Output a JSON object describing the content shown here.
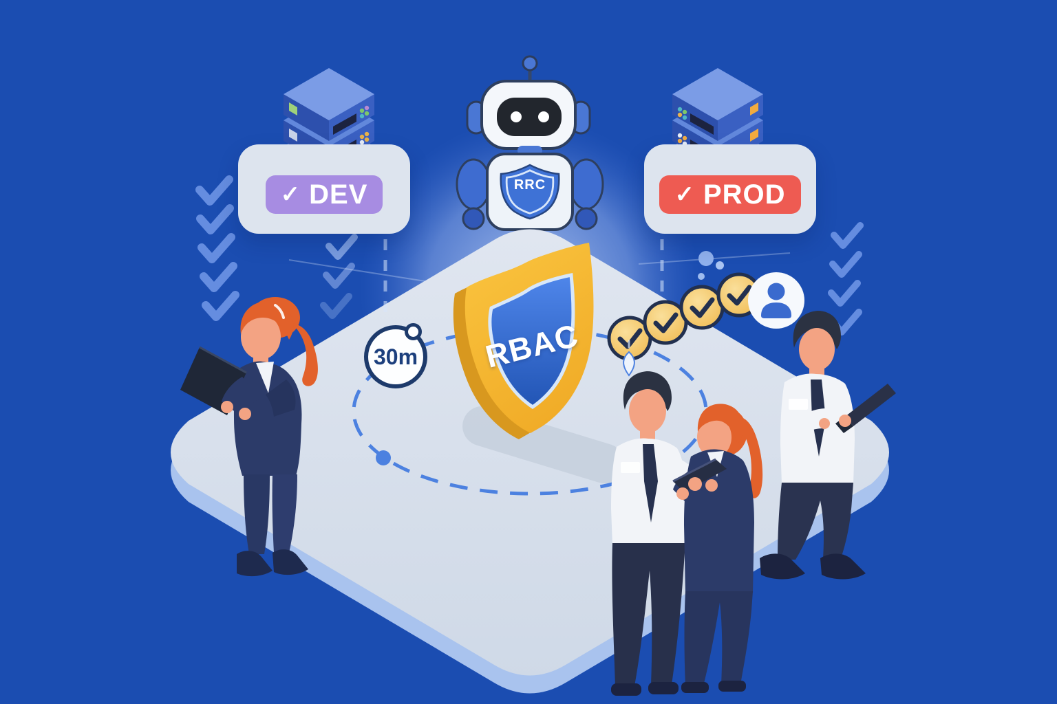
{
  "scene": {
    "background_color": "#1b4db1",
    "platform_color": "#d8e0eb"
  },
  "environments": {
    "dev": {
      "label": "DEV",
      "check_icon": "✓",
      "badge_color": "#a78ce2",
      "icon": "server-stack"
    },
    "prod": {
      "label": "PROD",
      "check_icon": "✓",
      "badge_color": "#ee5b52",
      "icon": "server-stack"
    }
  },
  "robot": {
    "emblem_label": "RRC",
    "icon": "robot-assistant"
  },
  "shield": {
    "label": "RBAC",
    "outer_color": "#f6b82e",
    "inner_color": "#2f6bd0"
  },
  "timer": {
    "label": "30m",
    "icon": "stopwatch"
  },
  "approval_chain": {
    "step_count": 4,
    "check_icon": "✓",
    "circle_color": "#f6cd74",
    "connector_color": "#e8a33d",
    "end_icon": "user-avatar"
  },
  "decor": {
    "check_icon": "✓",
    "check_color": "#6e95e6",
    "orbit_color": "#4c81e0"
  }
}
